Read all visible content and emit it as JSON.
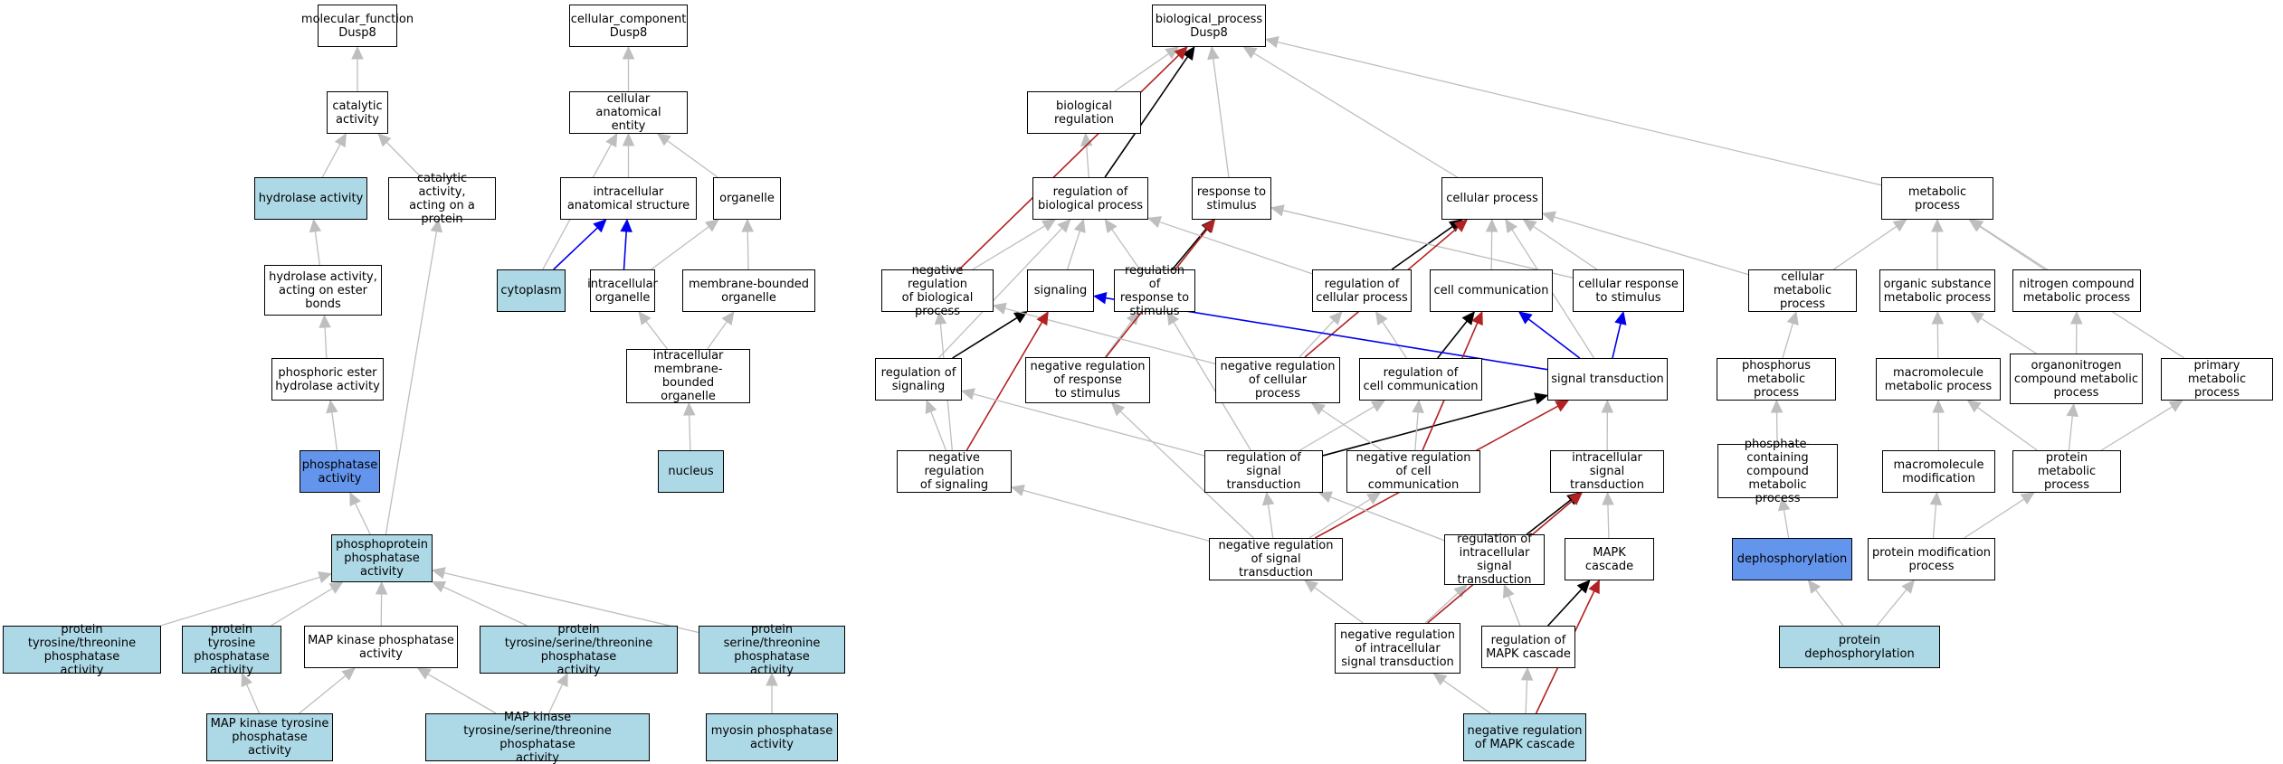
{
  "colors": {
    "light_blue_fill": "#add8e6",
    "cornflower_fill": "#6495ed",
    "is_a_edge": "#bebebe",
    "part_of_edge": "#0000ee",
    "regulates_edge": "#000000",
    "negatively_regulates_edge": "#b22222"
  },
  "nodes": [
    {
      "id": "mf",
      "label": "molecular_function\nDusp8",
      "fill": "white"
    },
    {
      "id": "cc",
      "label": "cellular_component\nDusp8",
      "fill": "white"
    },
    {
      "id": "bp",
      "label": "biological_process\nDusp8",
      "fill": "white"
    },
    {
      "id": "catalytic",
      "label": "catalytic activity",
      "fill": "white"
    },
    {
      "id": "cae",
      "label": "cellular anatomical\nentity",
      "fill": "white"
    },
    {
      "id": "bioreg",
      "label": "biological regulation",
      "fill": "white"
    },
    {
      "id": "hydrolase",
      "label": "hydrolase activity",
      "fill": "light"
    },
    {
      "id": "catprot",
      "label": "catalytic activity,\nacting on a\nprotein",
      "fill": "white"
    },
    {
      "id": "ias",
      "label": "intracellular\nanatomical structure",
      "fill": "white"
    },
    {
      "id": "organelle",
      "label": "organelle",
      "fill": "white"
    },
    {
      "id": "regbp",
      "label": "regulation of\nbiological process",
      "fill": "white"
    },
    {
      "id": "resp",
      "label": "response to\nstimulus",
      "fill": "white"
    },
    {
      "id": "cellproc",
      "label": "cellular process",
      "fill": "white"
    },
    {
      "id": "metab",
      "label": "metabolic process",
      "fill": "white"
    },
    {
      "id": "hydester",
      "label": "hydrolase activity,\nacting on ester\nbonds",
      "fill": "white"
    },
    {
      "id": "cytoplasm",
      "label": "cytoplasm",
      "fill": "light"
    },
    {
      "id": "intorg",
      "label": "intracellular\norganelle",
      "fill": "white"
    },
    {
      "id": "mborg",
      "label": "membrane-bounded\norganelle",
      "fill": "white"
    },
    {
      "id": "negregbp",
      "label": "negative regulation\nof biological\nprocess",
      "fill": "white"
    },
    {
      "id": "signaling",
      "label": "signaling",
      "fill": "white"
    },
    {
      "id": "regresp",
      "label": "regulation of\nresponse to\nstimulus",
      "fill": "white"
    },
    {
      "id": "regcp",
      "label": "regulation of\ncellular process",
      "fill": "white"
    },
    {
      "id": "cellcomm",
      "label": "cell communication",
      "fill": "white"
    },
    {
      "id": "cellresp",
      "label": "cellular response\nto stimulus",
      "fill": "white"
    },
    {
      "id": "cellmetab",
      "label": "cellular metabolic\nprocess",
      "fill": "white"
    },
    {
      "id": "osmp",
      "label": "organic substance\nmetabolic process",
      "fill": "white"
    },
    {
      "id": "ncmp",
      "label": "nitrogen compound\nmetabolic process",
      "fill": "white"
    },
    {
      "id": "phosester",
      "label": "phosphoric ester\nhydrolase activity",
      "fill": "white"
    },
    {
      "id": "imborg",
      "label": "intracellular\nmembrane-bounded\norganelle",
      "fill": "white"
    },
    {
      "id": "regsig",
      "label": "regulation of\nsignaling",
      "fill": "white"
    },
    {
      "id": "negregresp",
      "label": "negative regulation\nof response\nto stimulus",
      "fill": "white"
    },
    {
      "id": "negregcp",
      "label": "negative regulation\nof cellular\nprocess",
      "fill": "white"
    },
    {
      "id": "regcc",
      "label": "regulation of\ncell communication",
      "fill": "white"
    },
    {
      "id": "sigtrans",
      "label": "signal transduction",
      "fill": "white"
    },
    {
      "id": "phosmp",
      "label": "phosphorus metabolic\nprocess",
      "fill": "white"
    },
    {
      "id": "macromp",
      "label": "macromolecule\nmetabolic process",
      "fill": "white"
    },
    {
      "id": "onmp",
      "label": "organonitrogen\ncompound metabolic\nprocess",
      "fill": "white"
    },
    {
      "id": "primp",
      "label": "primary metabolic\nprocess",
      "fill": "white"
    },
    {
      "id": "phosphatase",
      "label": "phosphatase\nactivity",
      "fill": "blue"
    },
    {
      "id": "nucleus",
      "label": "nucleus",
      "fill": "light"
    },
    {
      "id": "negregsig",
      "label": "negative regulation\nof signaling",
      "fill": "white"
    },
    {
      "id": "regst",
      "label": "regulation of\nsignal transduction",
      "fill": "white"
    },
    {
      "id": "negregcc",
      "label": "negative regulation\nof cell communication",
      "fill": "white"
    },
    {
      "id": "ist",
      "label": "intracellular\nsignal transduction",
      "fill": "white"
    },
    {
      "id": "pcmp",
      "label": "phosphate-containing\ncompound metabolic\nprocess",
      "fill": "white"
    },
    {
      "id": "macromod",
      "label": "macromolecule\nmodification",
      "fill": "white"
    },
    {
      "id": "protmp",
      "label": "protein metabolic\nprocess",
      "fill": "white"
    },
    {
      "id": "ppa",
      "label": "phosphoprotein\nphosphatase\nactivity",
      "fill": "light"
    },
    {
      "id": "negregst",
      "label": "negative regulation\nof signal transduction",
      "fill": "white"
    },
    {
      "id": "regist",
      "label": "regulation of\nintracellular\nsignal transduction",
      "fill": "white"
    },
    {
      "id": "mapk",
      "label": "MAPK cascade",
      "fill": "white"
    },
    {
      "id": "dephos",
      "label": "dephosphorylation",
      "fill": "blue"
    },
    {
      "id": "protmod",
      "label": "protein modification\nprocess",
      "fill": "white"
    },
    {
      "id": "ptt",
      "label": "protein tyrosine/threonine\nphosphatase\nactivity",
      "fill": "light"
    },
    {
      "id": "pt",
      "label": "protein tyrosine\nphosphatase\nactivity",
      "fill": "light"
    },
    {
      "id": "mkp",
      "label": "MAP kinase phosphatase\nactivity",
      "fill": "white"
    },
    {
      "id": "ptst",
      "label": "protein tyrosine/serine/threonine\nphosphatase\nactivity",
      "fill": "light"
    },
    {
      "id": "pst",
      "label": "protein serine/threonine\nphosphatase\nactivity",
      "fill": "light"
    },
    {
      "id": "negregist",
      "label": "negative regulation\nof intracellular\nsignal transduction",
      "fill": "white"
    },
    {
      "id": "regmapk",
      "label": "regulation of\nMAPK cascade",
      "fill": "white"
    },
    {
      "id": "protdephos",
      "label": "protein dephosphorylation",
      "fill": "light"
    },
    {
      "id": "mkt",
      "label": "MAP kinase tyrosine\nphosphatase\nactivity",
      "fill": "light"
    },
    {
      "id": "mktst",
      "label": "MAP kinase tyrosine/serine/threonine\nphosphatase\nactivity",
      "fill": "light"
    },
    {
      "id": "myosin",
      "label": "myosin phosphatase\nactivity",
      "fill": "light"
    },
    {
      "id": "negregmapk",
      "label": "negative regulation\nof MAPK cascade",
      "fill": "light"
    }
  ],
  "edges": [
    {
      "from": "catalytic",
      "to": "mf",
      "type": "is_a"
    },
    {
      "from": "hydrolase",
      "to": "catalytic",
      "type": "is_a"
    },
    {
      "from": "catprot",
      "to": "catalytic",
      "type": "is_a"
    },
    {
      "from": "hydester",
      "to": "hydrolase",
      "type": "is_a"
    },
    {
      "from": "phosester",
      "to": "hydester",
      "type": "is_a"
    },
    {
      "from": "phosphatase",
      "to": "phosester",
      "type": "is_a"
    },
    {
      "from": "ppa",
      "to": "phosphatase",
      "type": "is_a"
    },
    {
      "from": "ppa",
      "to": "catprot",
      "type": "is_a"
    },
    {
      "from": "ptt",
      "to": "ppa",
      "type": "is_a"
    },
    {
      "from": "pt",
      "to": "ppa",
      "type": "is_a"
    },
    {
      "from": "mkp",
      "to": "ppa",
      "type": "is_a"
    },
    {
      "from": "ptst",
      "to": "ppa",
      "type": "is_a"
    },
    {
      "from": "pst",
      "to": "ppa",
      "type": "is_a"
    },
    {
      "from": "mkt",
      "to": "pt",
      "type": "is_a"
    },
    {
      "from": "mkt",
      "to": "mkp",
      "type": "is_a"
    },
    {
      "from": "mktst",
      "to": "mkp",
      "type": "is_a"
    },
    {
      "from": "mktst",
      "to": "ptst",
      "type": "is_a"
    },
    {
      "from": "myosin",
      "to": "pst",
      "type": "is_a"
    },
    {
      "from": "cae",
      "to": "cc",
      "type": "is_a"
    },
    {
      "from": "ias",
      "to": "cae",
      "type": "is_a"
    },
    {
      "from": "organelle",
      "to": "cae",
      "type": "is_a"
    },
    {
      "from": "cytoplasm",
      "to": "cae",
      "type": "is_a"
    },
    {
      "from": "cytoplasm",
      "to": "ias",
      "type": "part_of"
    },
    {
      "from": "intorg",
      "to": "ias",
      "type": "part_of"
    },
    {
      "from": "intorg",
      "to": "organelle",
      "type": "is_a"
    },
    {
      "from": "mborg",
      "to": "organelle",
      "type": "is_a"
    },
    {
      "from": "imborg",
      "to": "intorg",
      "type": "is_a"
    },
    {
      "from": "imborg",
      "to": "mborg",
      "type": "is_a"
    },
    {
      "from": "nucleus",
      "to": "imborg",
      "type": "is_a"
    },
    {
      "from": "bioreg",
      "to": "bp",
      "type": "is_a"
    },
    {
      "from": "resp",
      "to": "bp",
      "type": "is_a"
    },
    {
      "from": "cellproc",
      "to": "bp",
      "type": "is_a"
    },
    {
      "from": "metab",
      "to": "bp",
      "type": "is_a"
    },
    {
      "from": "regbp",
      "to": "bioreg",
      "type": "is_a"
    },
    {
      "from": "regbp",
      "to": "bp",
      "type": "regulates"
    },
    {
      "from": "negregbp",
      "to": "bp",
      "type": "negatively_regulates"
    },
    {
      "from": "negregbp",
      "to": "regbp",
      "type": "is_a"
    },
    {
      "from": "signaling",
      "to": "regbp",
      "type": "is_a"
    },
    {
      "from": "regresp",
      "to": "regbp",
      "type": "is_a"
    },
    {
      "from": "regresp",
      "to": "resp",
      "type": "regulates"
    },
    {
      "from": "regcp",
      "to": "regbp",
      "type": "is_a"
    },
    {
      "from": "regcp",
      "to": "cellproc",
      "type": "regulates"
    },
    {
      "from": "cellcomm",
      "to": "cellproc",
      "type": "is_a"
    },
    {
      "from": "cellresp",
      "to": "cellproc",
      "type": "is_a"
    },
    {
      "from": "cellresp",
      "to": "resp",
      "type": "is_a"
    },
    {
      "from": "cellmetab",
      "to": "cellproc",
      "type": "is_a"
    },
    {
      "from": "cellmetab",
      "to": "metab",
      "type": "is_a"
    },
    {
      "from": "osmp",
      "to": "metab",
      "type": "is_a"
    },
    {
      "from": "ncmp",
      "to": "metab",
      "type": "is_a"
    },
    {
      "from": "primp",
      "to": "metab",
      "type": "is_a"
    },
    {
      "from": "regsig",
      "to": "signaling",
      "type": "regulates"
    },
    {
      "from": "regsig",
      "to": "regbp",
      "type": "is_a"
    },
    {
      "from": "negregresp",
      "to": "regresp",
      "type": "is_a"
    },
    {
      "from": "negregresp",
      "to": "resp",
      "type": "negatively_regulates"
    },
    {
      "from": "negregcp",
      "to": "regcp",
      "type": "is_a"
    },
    {
      "from": "negregcp",
      "to": "negregbp",
      "type": "is_a"
    },
    {
      "from": "negregcp",
      "to": "cellproc",
      "type": "negatively_regulates"
    },
    {
      "from": "regcc",
      "to": "regcp",
      "type": "is_a"
    },
    {
      "from": "regcc",
      "to": "cellcomm",
      "type": "regulates"
    },
    {
      "from": "sigtrans",
      "to": "signaling",
      "type": "part_of"
    },
    {
      "from": "sigtrans",
      "to": "cellcomm",
      "type": "part_of"
    },
    {
      "from": "sigtrans",
      "to": "cellresp",
      "type": "part_of"
    },
    {
      "from": "sigtrans",
      "to": "cellproc",
      "type": "is_a"
    },
    {
      "from": "phosmp",
      "to": "cellmetab",
      "type": "is_a"
    },
    {
      "from": "macromp",
      "to": "osmp",
      "type": "is_a"
    },
    {
      "from": "onmp",
      "to": "osmp",
      "type": "is_a"
    },
    {
      "from": "onmp",
      "to": "ncmp",
      "type": "is_a"
    },
    {
      "from": "negregsig",
      "to": "regsig",
      "type": "is_a"
    },
    {
      "from": "negregsig",
      "to": "signaling",
      "type": "negatively_regulates"
    },
    {
      "from": "negregsig",
      "to": "negregbp",
      "type": "is_a"
    },
    {
      "from": "regst",
      "to": "regsig",
      "type": "is_a"
    },
    {
      "from": "regst",
      "to": "regresp",
      "type": "is_a"
    },
    {
      "from": "regst",
      "to": "regcc",
      "type": "is_a"
    },
    {
      "from": "regst",
      "to": "sigtrans",
      "type": "regulates"
    },
    {
      "from": "negregcc",
      "to": "regcc",
      "type": "is_a"
    },
    {
      "from": "negregcc",
      "to": "negregcp",
      "type": "is_a"
    },
    {
      "from": "negregcc",
      "to": "cellcomm",
      "type": "negatively_regulates"
    },
    {
      "from": "ist",
      "to": "sigtrans",
      "type": "is_a"
    },
    {
      "from": "pcmp",
      "to": "phosmp",
      "type": "is_a"
    },
    {
      "from": "macromod",
      "to": "macromp",
      "type": "is_a"
    },
    {
      "from": "protmp",
      "to": "macromp",
      "type": "is_a"
    },
    {
      "from": "protmp",
      "to": "onmp",
      "type": "is_a"
    },
    {
      "from": "protmp",
      "to": "primp",
      "type": "is_a"
    },
    {
      "from": "negregst",
      "to": "regst",
      "type": "is_a"
    },
    {
      "from": "negregst",
      "to": "negregsig",
      "type": "is_a"
    },
    {
      "from": "negregst",
      "to": "negregresp",
      "type": "is_a"
    },
    {
      "from": "negregst",
      "to": "negregcc",
      "type": "is_a"
    },
    {
      "from": "negregst",
      "to": "sigtrans",
      "type": "negatively_regulates"
    },
    {
      "from": "regist",
      "to": "regst",
      "type": "is_a"
    },
    {
      "from": "regist",
      "to": "ist",
      "type": "regulates"
    },
    {
      "from": "mapk",
      "to": "ist",
      "type": "is_a"
    },
    {
      "from": "dephos",
      "to": "pcmp",
      "type": "is_a"
    },
    {
      "from": "protmod",
      "to": "macromod",
      "type": "is_a"
    },
    {
      "from": "protmod",
      "to": "protmp",
      "type": "is_a"
    },
    {
      "from": "negregist",
      "to": "regist",
      "type": "is_a"
    },
    {
      "from": "negregist",
      "to": "negregst",
      "type": "is_a"
    },
    {
      "from": "negregist",
      "to": "ist",
      "type": "negatively_regulates"
    },
    {
      "from": "regmapk",
      "to": "regist",
      "type": "is_a"
    },
    {
      "from": "regmapk",
      "to": "mapk",
      "type": "regulates"
    },
    {
      "from": "protdephos",
      "to": "dephos",
      "type": "is_a"
    },
    {
      "from": "protdephos",
      "to": "protmod",
      "type": "is_a"
    },
    {
      "from": "negregmapk",
      "to": "regmapk",
      "type": "is_a"
    },
    {
      "from": "negregmapk",
      "to": "negregist",
      "type": "is_a"
    },
    {
      "from": "negregmapk",
      "to": "mapk",
      "type": "negatively_regulates"
    }
  ]
}
